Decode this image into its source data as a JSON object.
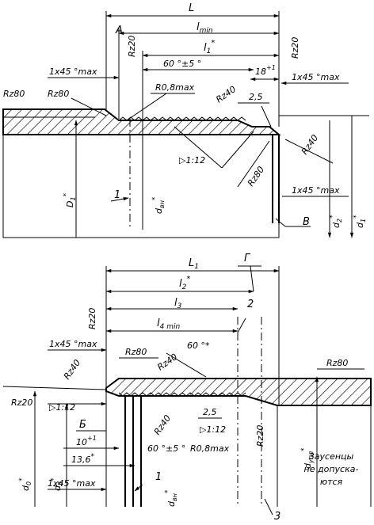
{
  "top_view": {
    "dims": {
      "L": "L",
      "l_min": "l",
      "l_min_sub": "min",
      "l1": "l",
      "l1_sub": "1",
      "l1_star": "*",
      "angle": "60 °±5 °",
      "len18": "18",
      "len18_tol": "+1",
      "chamfer_top": "1x45 °max",
      "chamfer_right": "1x45 °max",
      "chamfer_bottom": "1x45 °max",
      "r08": "R0,8max",
      "val25": "2,5",
      "taper": "▷1:12"
    },
    "roughness": {
      "rz20_a": "Rz20",
      "rz20_b": "Rz20",
      "rz80_left": "Rz80",
      "rz80_mid": "Rz80",
      "rz40_a": "Rz40",
      "rz40_b": "Rz40",
      "rz80_low": "Rz80"
    },
    "letters": {
      "A": "А",
      "V": "В",
      "one": "1"
    },
    "diams": {
      "D1": "D",
      "D1_sub": "1",
      "d_vn": "d",
      "d_vn_sub": "вн",
      "d2": "d",
      "d2_sub": "2",
      "d1": "d",
      "d1_sub": "1",
      "star": "*"
    }
  },
  "bottom_view": {
    "dims": {
      "L1": "L",
      "L1_sub": "1",
      "l2": "l",
      "l2_sub": "2",
      "l3": "l",
      "l3_sub": "3",
      "l4": "l",
      "l4_sub": "4 min",
      "star": "*",
      "angle": "60 °*",
      "chamfer_top": "1x45 °max",
      "chamfer_bottom": "1x45 °max",
      "taper_a": "▷1:12",
      "taper_b": "▷1:12",
      "val25": "2,5",
      "len10": "10",
      "len10_tol": "+1",
      "len136": "13,6",
      "angle2": "60 °±5 °",
      "r08": "R0,8max"
    },
    "roughness": {
      "rz20_a": "Rz20",
      "rz40_a": "Rz40",
      "rz20_b": "Rz20",
      "rz80_a": "Rz80",
      "rz40_b": "Rz40",
      "rz80_right": "Rz80",
      "rz40_c": "Rz40",
      "rz20_c": "Rz20"
    },
    "letters": {
      "G": "Г",
      "B": "Б",
      "one": "1",
      "two": "2",
      "three": "3"
    },
    "diams": {
      "d0": "d",
      "d0_sub": "0",
      "d3": "d",
      "d3_sub": "3",
      "d_vn": "d",
      "d_vn_sub": "вн",
      "d_upl": "d",
      "d_upl_sub": "упл"
    },
    "note": [
      "Заусенцы",
      "не допуска-",
      "ются"
    ]
  }
}
